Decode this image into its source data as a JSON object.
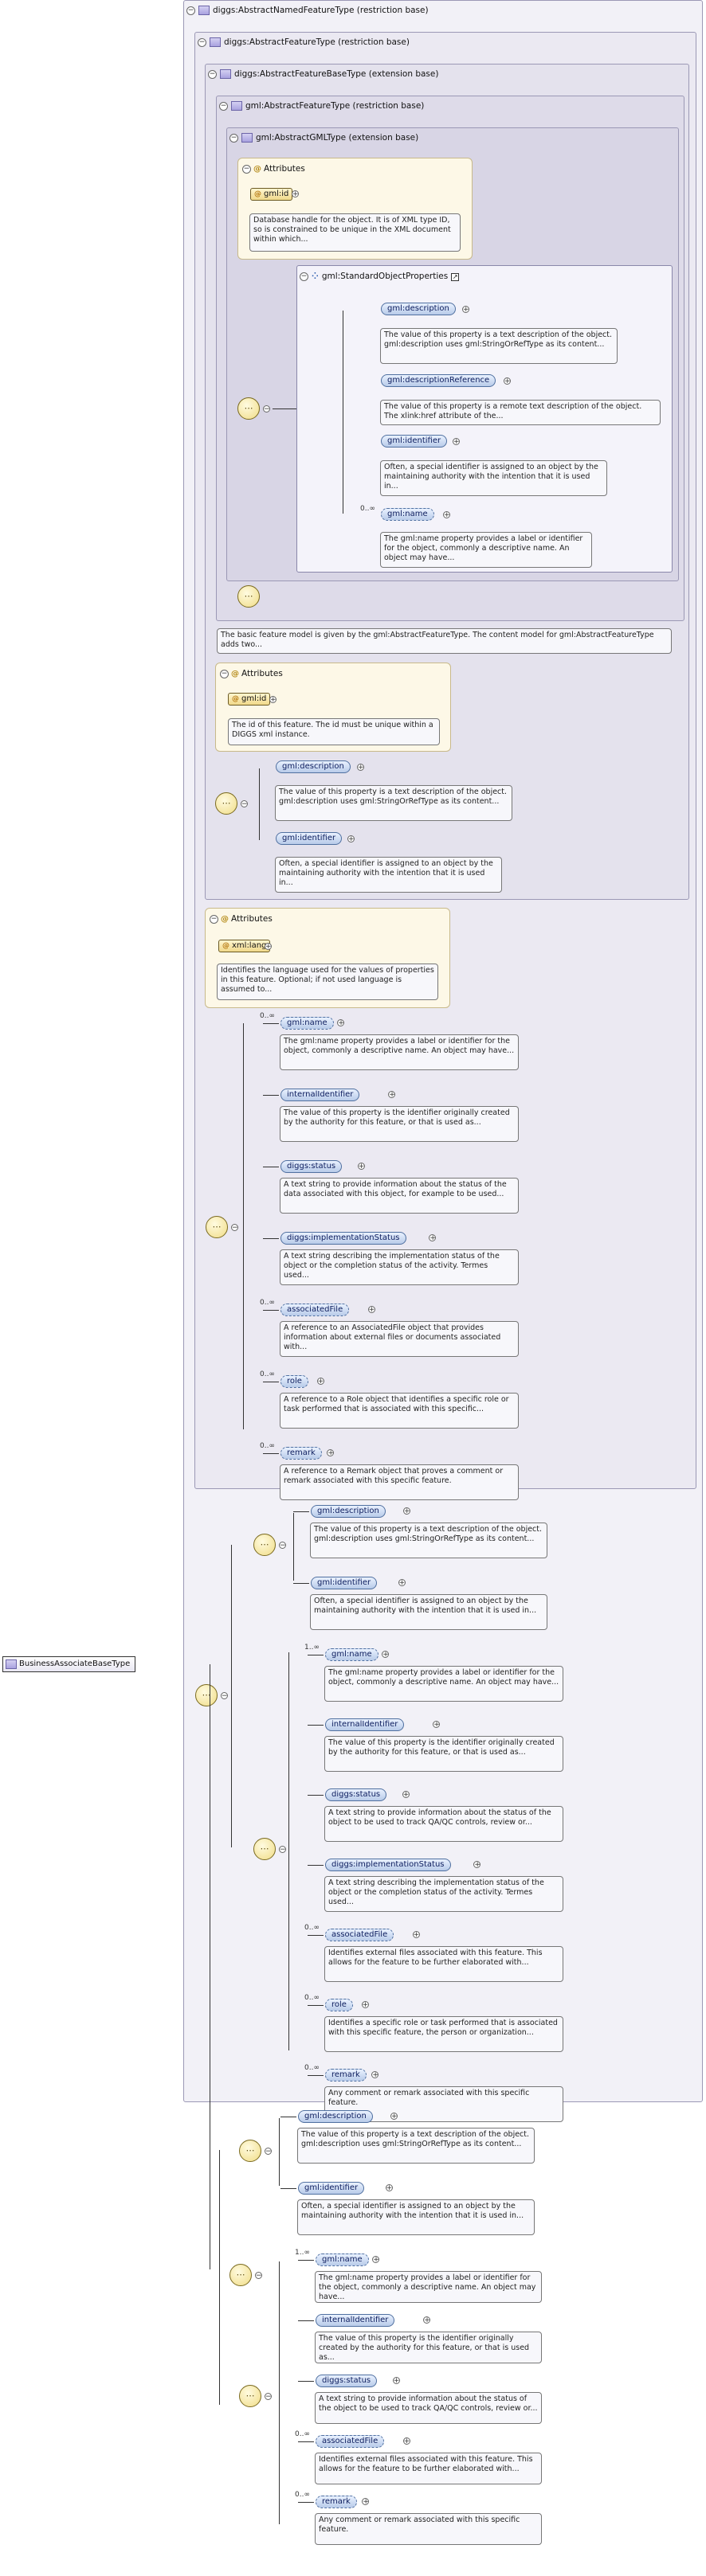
{
  "root": {
    "name": "BusinessAssociateBaseType"
  },
  "frames": {
    "f1": "diggs:AbstractNamedFeatureType (restriction base)",
    "f2": "diggs:AbstractFeatureType (restriction base)",
    "f3": "diggs:AbstractFeatureBaseType (extension base)",
    "f4": "gml:AbstractFeatureType (restriction base)",
    "f5": "gml:AbstractGMLType (extension base)"
  },
  "attr_label": "Attributes",
  "gml_attrs": {
    "name": "gml:id",
    "desc": "Database handle for the object. It is of XML type ID, so is constrained to be unique in the XML document within which..."
  },
  "sop": {
    "name": "gml:StandardObjectProperties"
  },
  "gml_elements": [
    {
      "name": "gml:description",
      "desc": "The value of this property is a text description of the object. gml:description uses gml:StringOrRefType as its content..."
    },
    {
      "name": "gml:descriptionReference",
      "desc": "The value of this property is a remote text description of the object. The xlink:href attribute of the..."
    },
    {
      "name": "gml:identifier",
      "desc": "Often, a special identifier is assigned to an object by the maintaining authority with the intention that it is used in..."
    },
    {
      "name": "gml:name",
      "card": "0..∞",
      "desc": "The gml:name property provides a label or identifier for the object, commonly a descriptive name. An object may have..."
    }
  ],
  "f4_note": "The basic feature model is given by the gml:AbstractFeatureType. The content model for gml:AbstractFeatureType adds two...",
  "f3_attr": {
    "name": "gml:id",
    "desc": "The id of this feature. The id must be unique within a DIGGS xml instance."
  },
  "f3_elements": [
    {
      "name": "gml:description",
      "desc": "The value of this property is a text description of the object. gml:description uses gml:StringOrRefType as its content..."
    },
    {
      "name": "gml:identifier",
      "desc": "Often, a special identifier is assigned to an object by the maintaining authority with the intention that it is used in..."
    }
  ],
  "f2_attr": {
    "name": "xml:lang",
    "desc": "Identifies the language used for the values of properties in this feature. Optional; if not used language is assumed to..."
  },
  "f2_elements": [
    {
      "name": "gml:name",
      "card": "0..∞",
      "desc": "The gml:name property provides a label or identifier for the object, commonly a descriptive name. An object may have..."
    },
    {
      "name": "internalIdentifier",
      "card": "",
      "desc": "The value of this property is the identifier originally created by the authority for this feature, or that is used as..."
    },
    {
      "name": "diggs:status",
      "card": "",
      "desc": "A text string to provide information about the status of the data associated with this object, for example to be used..."
    },
    {
      "name": "diggs:implementationStatus",
      "card": "",
      "desc": "A text string describing the implementation status of the object or the completion status of the activity. Termes used..."
    },
    {
      "name": "associatedFile",
      "card": "0..∞",
      "desc": "A reference to an AssociatedFile object that provides information about external files or documents associated with..."
    },
    {
      "name": "role",
      "card": "0..∞",
      "desc": "A reference to a Role object that identifies a specific role or task performed that is associated with this specific..."
    },
    {
      "name": "remark",
      "card": "0..∞",
      "desc": "A reference to a Remark object that proves a comment or remark associated with this specific feature."
    }
  ],
  "f1_top": [
    {
      "name": "gml:description",
      "desc": "The value of this property is a text description of the object. gml:description uses gml:StringOrRefType as its content..."
    },
    {
      "name": "gml:identifier",
      "desc": "Often, a special identifier is assigned to an object by the maintaining authority with the intention that it is used in..."
    }
  ],
  "f1_elements": [
    {
      "name": "gml:name",
      "card": "1..∞",
      "desc": "The gml:name property provides a label or identifier for the object, commonly a descriptive name. An object may have..."
    },
    {
      "name": "internalIdentifier",
      "card": "",
      "desc": "The value of this property is the identifier originally created by the authority for this feature, or that is used as..."
    },
    {
      "name": "diggs:status",
      "card": "",
      "desc": "A text string to provide information about the status of the object to be used to track QA/QC controls, review or..."
    },
    {
      "name": "diggs:implementationStatus",
      "card": "",
      "desc": "A text string describing the implementation status of the object or the completion status of the activity. Termes used..."
    },
    {
      "name": "associatedFile",
      "card": "0..∞",
      "desc": "Identifies external files associated with this feature. This allows for the feature to be further elaborated with..."
    },
    {
      "name": "role",
      "card": "0..∞",
      "desc": "Identifies a specific role or task performed that is associated with this specific feature, the person or organization..."
    },
    {
      "name": "remark",
      "card": "0..∞",
      "desc": "Any comment or remark associated with this specific feature."
    }
  ],
  "bot_top": [
    {
      "name": "gml:description",
      "desc": "The value of this property is a text description of the object. gml:description uses gml:StringOrRefType as its content..."
    },
    {
      "name": "gml:identifier",
      "desc": "Often, a special identifier is assigned to an object by the maintaining authority with the intention that it is used in..."
    }
  ],
  "bot_elements": [
    {
      "name": "gml:name",
      "card": "1..∞",
      "desc": "The gml:name property provides a label or identifier for the object, commonly a descriptive name. An object may have..."
    },
    {
      "name": "internalIdentifier",
      "card": "",
      "desc": "The value of this property is the identifier originally created by the authority for this feature, or that is used as..."
    },
    {
      "name": "diggs:status",
      "card": "",
      "desc": "A text string to provide information about the status of the object to be used to track QA/QC controls, review or..."
    },
    {
      "name": "associatedFile",
      "card": "0..∞",
      "desc": "Identifies external files associated with this feature. This allows for the feature to be further elaborated with..."
    },
    {
      "name": "remark",
      "card": "0..∞",
      "desc": "Any comment or remark associated with this specific feature."
    }
  ],
  "symbols": {
    "expander": "⊖",
    "plus": "+",
    "link": "↗",
    "seq": "⋯"
  }
}
